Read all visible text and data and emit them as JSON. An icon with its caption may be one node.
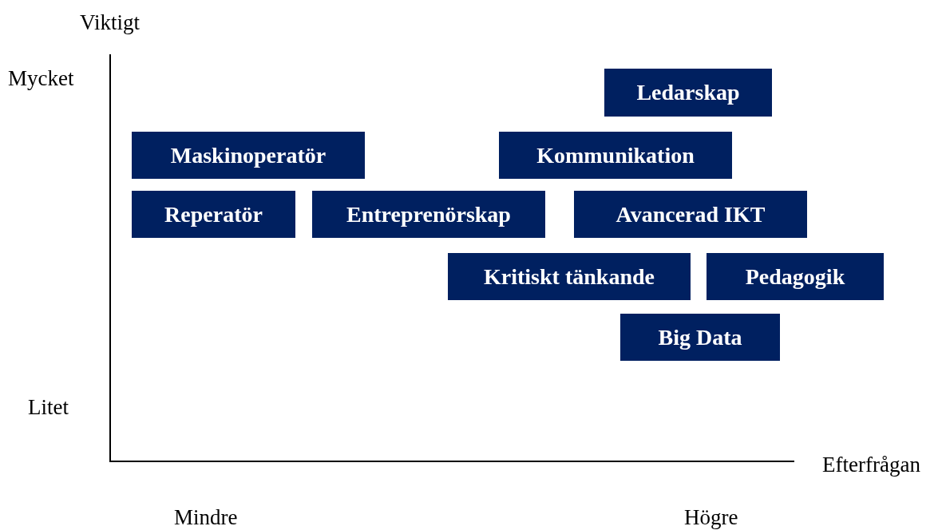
{
  "diagram": {
    "nodes": [
      {
        "text": [
          "Ledarskap"
        ]
      },
      {
        "text": [
          "Maskinoperatör"
        ]
      },
      {
        "text": [
          "Kommunikation"
        ]
      },
      {
        "text": [
          "Reperatör"
        ]
      },
      {
        "text": [
          "Entreprenörskap"
        ]
      },
      {
        "text": [
          "Avancerad IKT"
        ]
      },
      {
        "text": [
          "Kritiskt tänkande"
        ]
      },
      {
        "text": [
          "Pedagogik"
        ]
      },
      {
        "text": [
          "Big Data"
        ]
      }
    ],
    "labels": [
      "Viktigt",
      "Mycket",
      "Litet",
      "Efterfrågan",
      "Mindre",
      "Högre"
    ]
  }
}
